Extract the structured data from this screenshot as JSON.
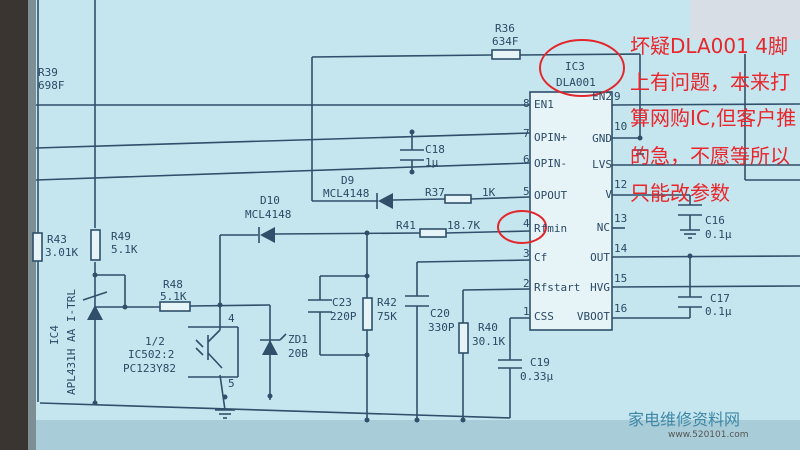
{
  "ic3": {
    "ref": "IC3",
    "part": "DLA001",
    "left_pins": [
      {
        "num": "8",
        "name": "EN1"
      },
      {
        "num": "7",
        "name": "OPIN+"
      },
      {
        "num": "6",
        "name": "OPIN-"
      },
      {
        "num": "5",
        "name": "OPOUT"
      },
      {
        "num": "4",
        "name": "Rfmin"
      },
      {
        "num": "3",
        "name": "Cf"
      },
      {
        "num": "2",
        "name": "Rfstart"
      },
      {
        "num": "1",
        "name": "CSS"
      }
    ],
    "right_pins": [
      {
        "num": "9",
        "name": "EN2"
      },
      {
        "num": "10",
        "name": "GND"
      },
      {
        "num": "",
        "name": "LVS"
      },
      {
        "num": "12",
        "name": "V"
      },
      {
        "num": "13",
        "name": "NC"
      },
      {
        "num": "14",
        "name": "OUT"
      },
      {
        "num": "15",
        "name": "HVG"
      },
      {
        "num": "16",
        "name": "VBOOT"
      }
    ]
  },
  "components": {
    "r36": {
      "ref": "R36",
      "value": "634F"
    },
    "r39": {
      "ref": "R39",
      "value": "698F"
    },
    "r43": {
      "ref": "R43",
      "value": "3.01K"
    },
    "r49": {
      "ref": "R49",
      "value": "5.1K"
    },
    "r48": {
      "ref": "R48",
      "value": "5.1K"
    },
    "r37": {
      "ref": "R37",
      "value": "1K"
    },
    "r41": {
      "ref": "R41",
      "value": "18.7K"
    },
    "r42": {
      "ref": "R42",
      "value": "75K"
    },
    "r40": {
      "ref": "R40",
      "value": "30.1K"
    },
    "c18": {
      "ref": "C18",
      "value": "1μ"
    },
    "c23": {
      "ref": "C23",
      "value": "220P"
    },
    "c20": {
      "ref": "C20",
      "value": "330P"
    },
    "c19": {
      "ref": "C19",
      "value": "0.33μ"
    },
    "c16": {
      "ref": "C16",
      "value": "0.1μ"
    },
    "c17": {
      "ref": "C17",
      "value": "0.1μ"
    },
    "d9": {
      "ref": "D9",
      "value": "MCL4148"
    },
    "d10": {
      "ref": "D10",
      "value": "MCL4148"
    },
    "zd1": {
      "ref": "ZD1",
      "value": "20B"
    },
    "ic4": {
      "ref": "IC4",
      "value": "APL431H AA I-TRL"
    },
    "opto": {
      "line1": "1/2",
      "line2": "IC502:2",
      "line3": "PC123Y82",
      "pin_c": "4",
      "pin_e": "5"
    }
  },
  "annotation": {
    "lines": [
      "坏疑DLA001 4脚",
      "上有问题，本来打",
      "算网购IC,但客户推",
      "的急，不愿等所以",
      "只能改参数"
    ],
    "color": "#e2272c"
  },
  "watermark": {
    "name": "家电维修资料网",
    "url": "www.520101.com"
  }
}
